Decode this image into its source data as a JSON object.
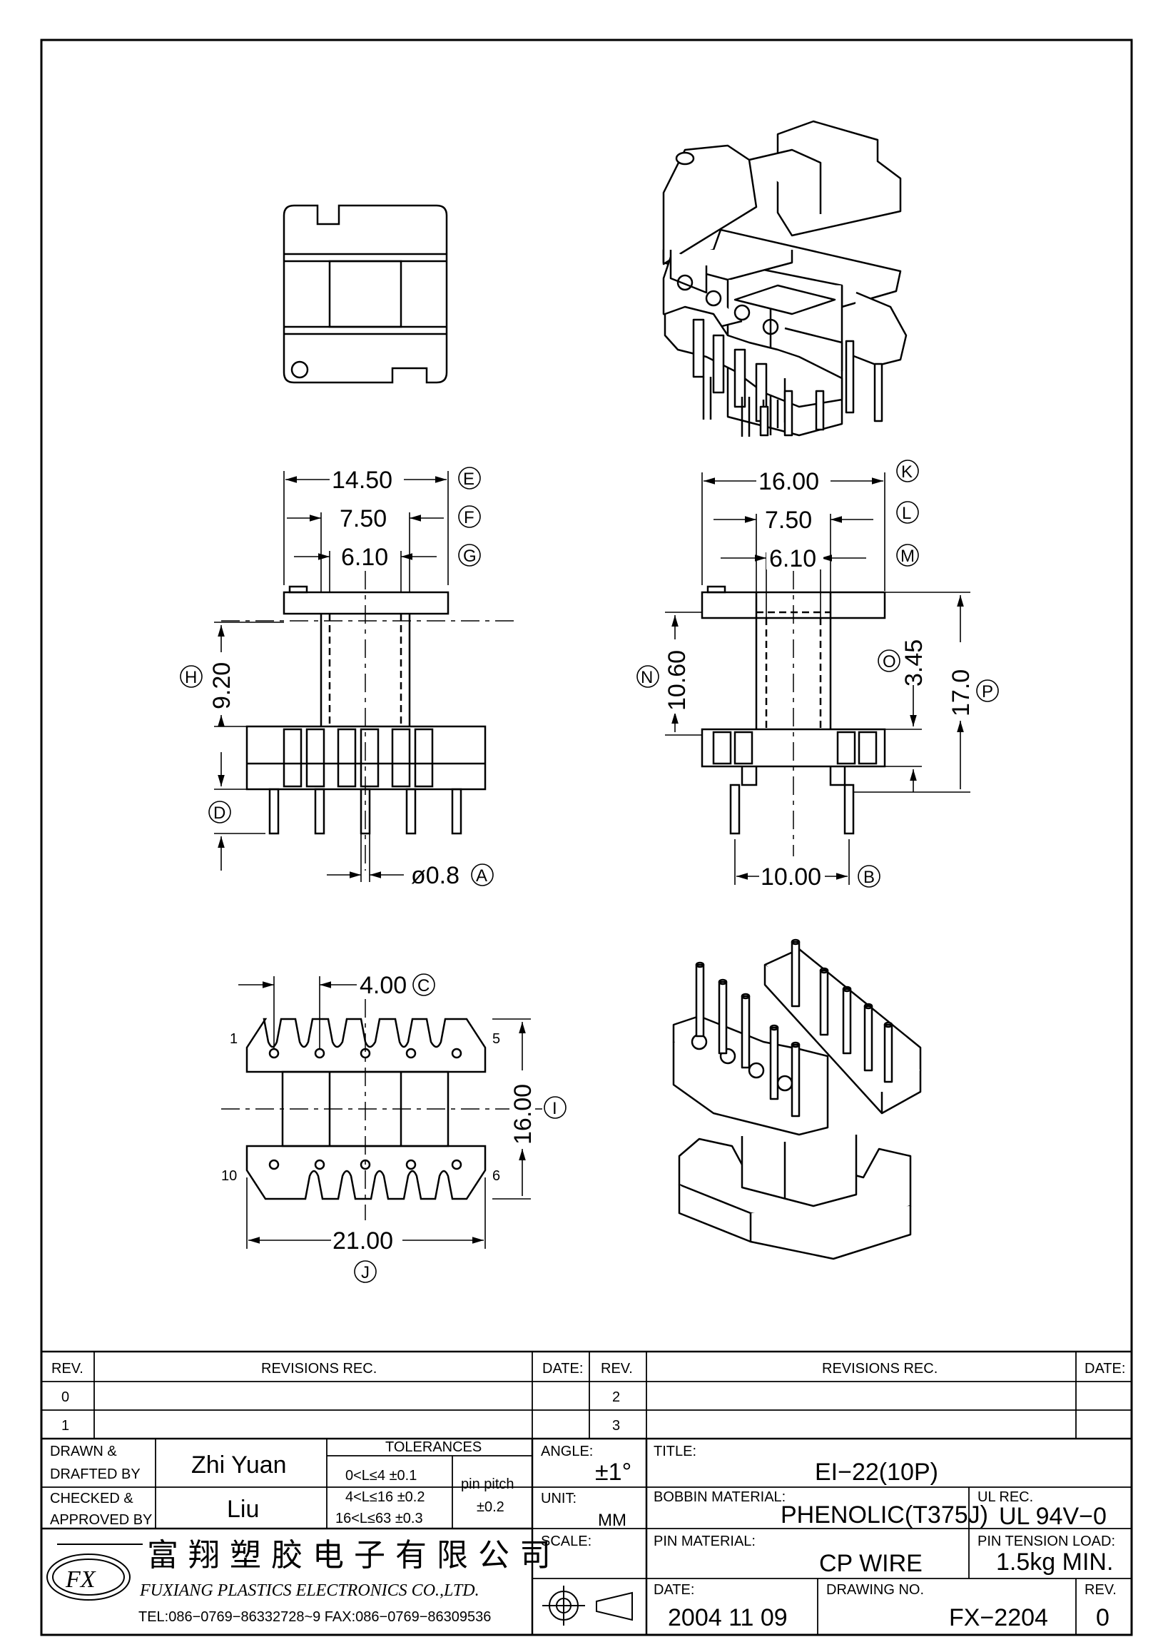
{
  "dimensions": {
    "e_width": "14.50",
    "e_label": "E",
    "f_width": "7.50",
    "f_label": "F",
    "g_width": "6.10",
    "g_label": "G",
    "h_height": "9.20",
    "h_label": "H",
    "d_label": "D",
    "pin_dia": "ø0.8",
    "pin_label": "A",
    "k_width": "16.00",
    "k_label": "K",
    "l_width": "7.50",
    "l_label": "L",
    "m_width": "6.10",
    "m_label": "M",
    "n_height": "10.60",
    "n_label": "N",
    "o_height": "3.45",
    "o_label": "O",
    "p_height": "17.0",
    "p_label": "P",
    "b_width": "10.00",
    "b_label": "B",
    "c_pitch": "4.00",
    "c_label": "C",
    "i_height": "16.00",
    "i_label": "I",
    "j_width": "21.00",
    "j_label": "J",
    "pin1": "1",
    "pin5": "5",
    "pin10": "10",
    "pin6": "6"
  },
  "title_block": {
    "rev_header": "REV.",
    "revisions_header": "REVISIONS   REC.",
    "date_header": "DATE:",
    "rev_rows_left": [
      "0",
      "1"
    ],
    "rev_rows_right": [
      "2",
      "3"
    ],
    "drawn_label_1": "DRAWN  &",
    "drawn_label_2": "DRAFTED BY",
    "drawn_by": "Zhi Yuan",
    "checked_label_1": "CHECKED  &",
    "checked_label_2": "APPROVED BY",
    "checked_by": "Liu",
    "tolerances_header": "TOLERANCES",
    "tol_1": "0<L≤4    ±0.1",
    "tol_2": "4<L≤16  ±0.2",
    "tol_3": "16<L≤63  ±0.3",
    "pin_pitch_label": "pin  pitch",
    "pin_pitch_value": "±0.2",
    "angle_label": "ANGLE:",
    "angle_value": "±1°",
    "unit_label": "UNIT:",
    "unit_value": "MM",
    "scale_label": "SCALE:",
    "title_label": "TITLE:",
    "title_value": "EI−22(10P)",
    "bobbin_label": "BOBBIN  MATERIAL:",
    "bobbin_value": "PHENOLIC(T375J)",
    "ul_label": "UL REC.",
    "ul_value": "UL  94V−0",
    "pin_material_label": "PIN  MATERIAL:",
    "pin_material_value": "CP  WIRE",
    "tension_label": "PIN  TENSION  LOAD:",
    "tension_value": "1.5kg  MIN.",
    "date_label": "DATE:",
    "date_value": "2004  11  09",
    "drawing_no_label": "DRAWING  NO.",
    "drawing_no_value": "FX−2204",
    "rev_label": "REV.",
    "rev_value": "0",
    "company_cn": "富翔塑胶电子有限公司",
    "company_en": "FUXIANG  PLASTICS  ELECTRONICS  CO.,LTD.",
    "company_tel": "TEL:086−0769−86332728~9   FAX:086−0769−86309536",
    "logo_text": "FX"
  }
}
